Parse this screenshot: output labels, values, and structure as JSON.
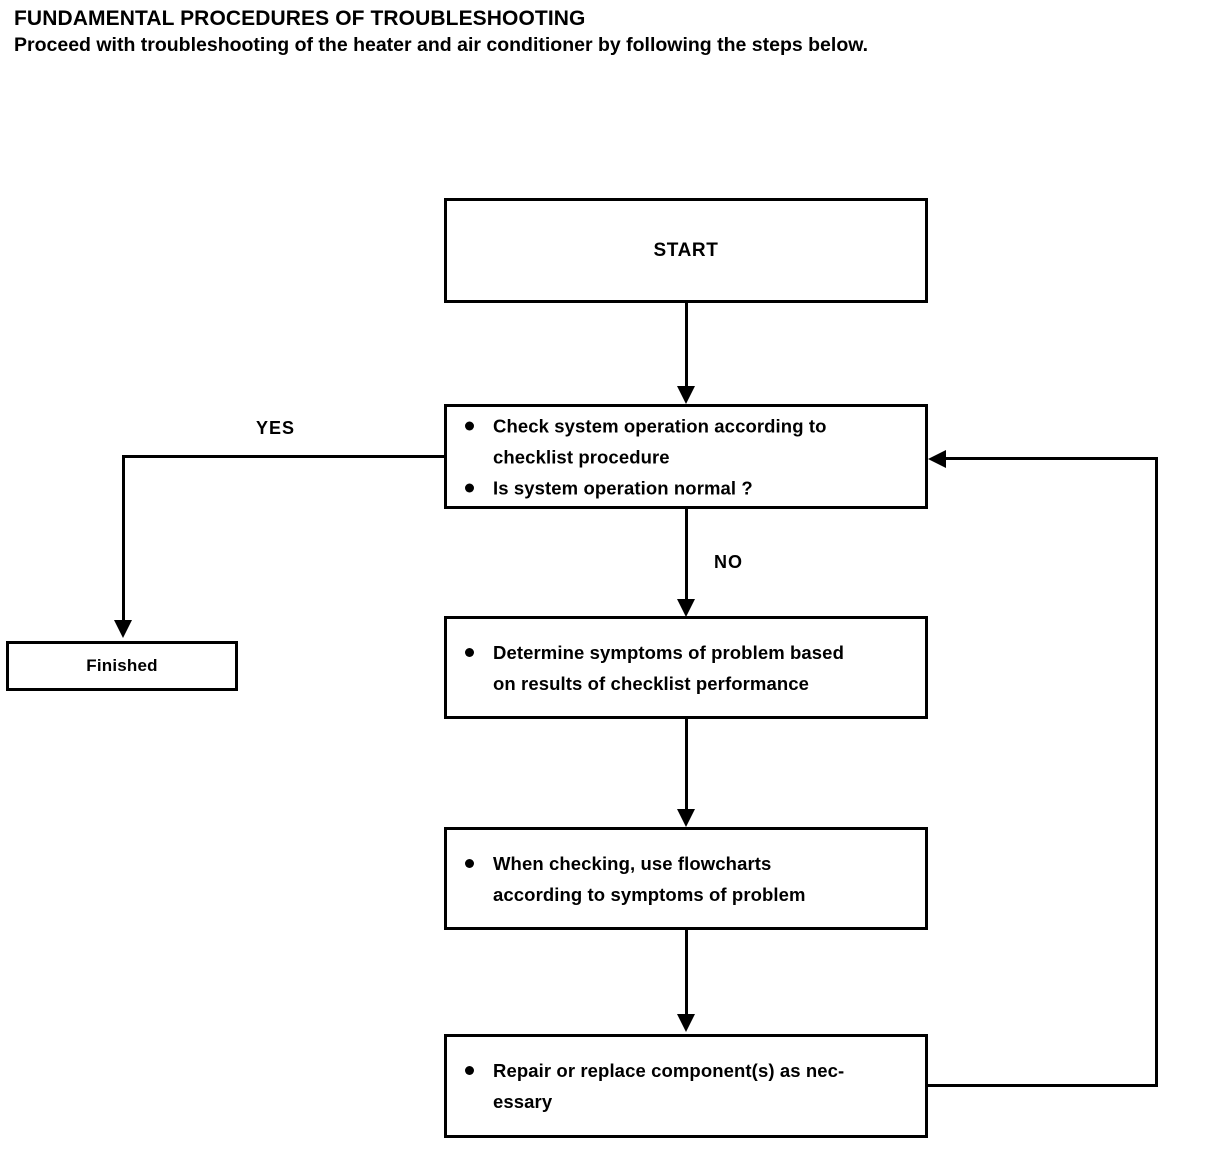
{
  "header": {
    "title": "FUNDAMENTAL PROCEDURES OF TROUBLESHOOTING",
    "subtitle": "Proceed with troubleshooting of the heater and air conditioner by following the steps below."
  },
  "colors": {
    "ink": "#000000",
    "paper": "#ffffff"
  },
  "flowchart": {
    "type": "flowchart",
    "nodes": [
      {
        "id": "start",
        "shape": "rectangle",
        "label": "START",
        "bullets": []
      },
      {
        "id": "check",
        "shape": "rectangle",
        "label": "",
        "bullets": [
          "Check system operation according to checklist procedure",
          "Is system operation normal ?"
        ]
      },
      {
        "id": "finished",
        "shape": "rectangle",
        "label": "Finished",
        "bullets": []
      },
      {
        "id": "determine",
        "shape": "rectangle",
        "label": "",
        "bullets": [
          "Determine symptoms of problem based on results of checklist performance"
        ]
      },
      {
        "id": "flowcharts",
        "shape": "rectangle",
        "label": "",
        "bullets": [
          "When checking, use flowcharts according to symptoms of problem"
        ]
      },
      {
        "id": "repair",
        "shape": "rectangle",
        "label": "",
        "bullets": [
          "Repair or replace component(s) as necessary"
        ]
      }
    ],
    "edges": [
      {
        "from": "start",
        "to": "check",
        "label": ""
      },
      {
        "from": "check",
        "to": "finished",
        "label": "YES"
      },
      {
        "from": "check",
        "to": "determine",
        "label": "NO"
      },
      {
        "from": "determine",
        "to": "flowcharts",
        "label": ""
      },
      {
        "from": "flowcharts",
        "to": "repair",
        "label": ""
      },
      {
        "from": "repair",
        "to": "check",
        "label": ""
      }
    ],
    "edge_labels": {
      "yes": "YES",
      "no": "NO"
    }
  },
  "box_text": {
    "start": "START",
    "finished": "Finished",
    "check_line1": "Check system operation according to",
    "check_line2": "checklist procedure",
    "check_line3": "Is system operation normal ?",
    "determine_line1": "Determine symptoms of problem based",
    "determine_line2": "on results of checklist performance",
    "flowcharts_line1": "When checking, use flowcharts",
    "flowcharts_line2": "according to symptoms of problem",
    "repair_line1": "Repair or replace component(s) as nec-",
    "repair_line2": "essary"
  }
}
